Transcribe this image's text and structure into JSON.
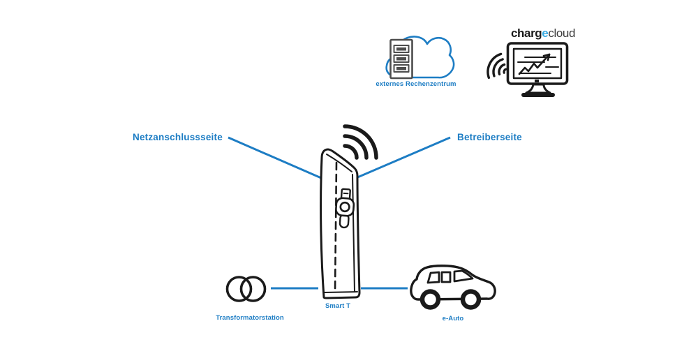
{
  "colors": {
    "accent_blue": "#1d7dc4",
    "logo_cyan": "#36a9e1",
    "ink": "#1a1a1a",
    "server_gray": "#4d4d4d"
  },
  "labels": {
    "grid_side": "Netzanschlussseite",
    "operator_side": "Betreiberseite",
    "external_datacenter": "externes Rechenzentrum",
    "transformer_station": "Transformatorstation",
    "station_name": "Smart T",
    "e_car": "e-Auto"
  },
  "logo": {
    "bold": "charg",
    "accent": "e",
    "light": "cloud"
  }
}
